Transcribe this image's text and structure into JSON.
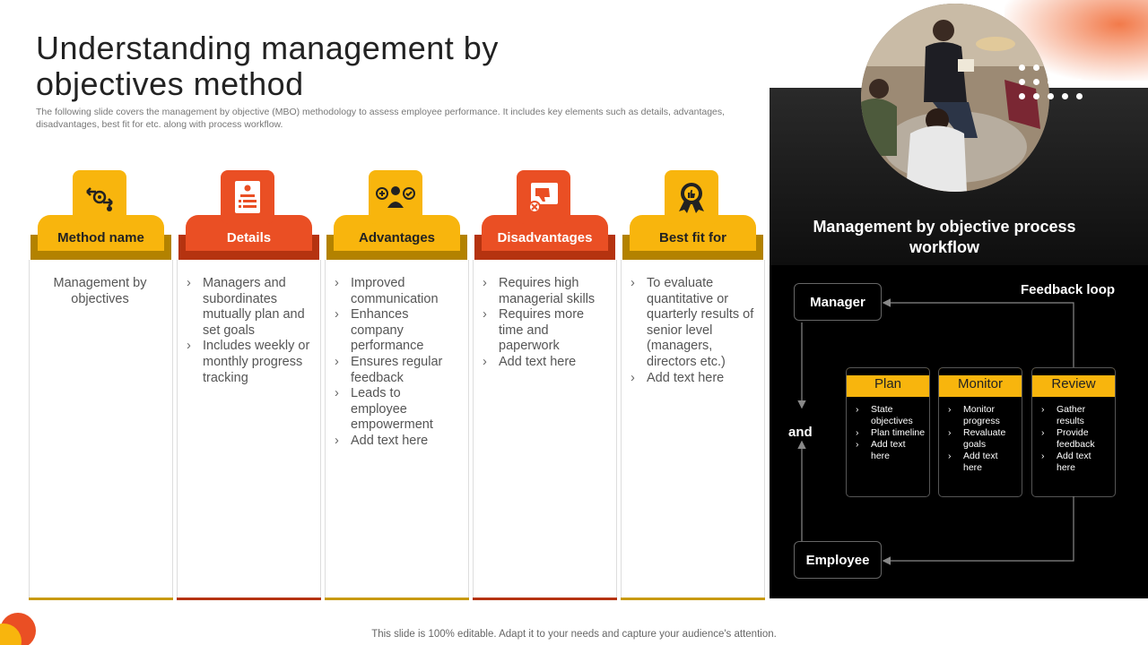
{
  "title": "Understanding management by objectives method",
  "subtitle": "The following slide covers the management by objective (MBO) methodology to assess employee performance. It includes key elements such as details, advantages, disadvantages, best fit for etc. along with process workflow.",
  "columns": [
    {
      "heading": "Method name",
      "icon": "goal-cycle-icon",
      "color": "#f8b50d",
      "plain": "Management by objectives"
    },
    {
      "heading": "Details",
      "icon": "checklist-icon",
      "color": "#ea4f24",
      "items": [
        "Managers and subordinates mutually plan and set goals",
        "Includes weekly or monthly progress tracking"
      ]
    },
    {
      "heading": "Advantages",
      "icon": "team-add-icon",
      "color": "#f8b50d",
      "items": [
        "Improved communication",
        "Enhances company performance",
        "Ensures regular feedback",
        "Leads to employee empowerment",
        "Add text here"
      ]
    },
    {
      "heading": "Disadvantages",
      "icon": "thumbs-down-icon",
      "color": "#ea4f24",
      "items": [
        "Requires high managerial skills",
        "Requires more time and paperwork",
        "Add text here"
      ]
    },
    {
      "heading": "Best fit for",
      "icon": "award-badge-icon",
      "color": "#f8b50d",
      "items": [
        "To evaluate quantitative or quarterly results of senior level (managers, directors etc.)",
        "Add text here"
      ]
    }
  ],
  "workflow": {
    "title": "Management by objective process workflow",
    "manager": "Manager",
    "employee": "Employee",
    "feedback_loop": "Feedback loop",
    "and": "and",
    "steps": [
      {
        "name": "Plan",
        "items": [
          "State objectives",
          "Plan timeline",
          "Add text here"
        ]
      },
      {
        "name": "Monitor",
        "items": [
          "Monitor progress",
          "Revaluate goals",
          "Add text here"
        ]
      },
      {
        "name": "Review",
        "items": [
          "Gather results",
          "Provide feedback",
          "Add text here"
        ]
      }
    ]
  },
  "footer": "This slide is 100% editable. Adapt it to your needs and capture your audience's attention."
}
